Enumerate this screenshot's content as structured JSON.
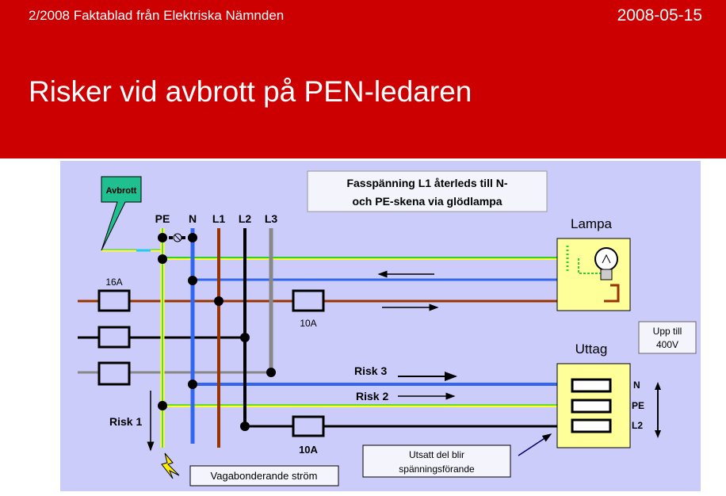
{
  "header": {
    "subtitle": "2/2008 Faktablad från Elektriska Nämnden",
    "date": "2008-05-15",
    "title": "Risker vid avbrott på PEN-ledaren"
  },
  "diagram": {
    "callout": "Avbrott",
    "info_line1": "Fasspänning L1 återleds till N-",
    "info_line2": "och PE-skena via glödlampa",
    "conductors": [
      "PE",
      "N",
      "L1",
      "L2",
      "L3"
    ],
    "fuse_main": "16A",
    "fuse_lamp": "10A",
    "fuse_outlet": "10A",
    "lamp_label": "Lampa",
    "outlet_label": "Uttag",
    "voltage_line1": "Upp till",
    "voltage_line2": "400V",
    "risk3": "Risk 3",
    "risk2": "Risk 2",
    "risk1": "Risk 1",
    "slot_labels": [
      "N",
      "PE",
      "L2"
    ],
    "exposed_line1": "Utsatt del blir",
    "exposed_line2": "spänningsförande",
    "stray": "Vagabonderande ström"
  },
  "colors": {
    "header": "#cc0000",
    "panel": "#ccccfa",
    "pe_green": "#33cc33",
    "pe_yellow": "#ffff33",
    "n": "#3366ee",
    "l1": "#993300",
    "l2": "#000000",
    "l3": "#888888",
    "box": "#ffff99",
    "callout": "#1fbf8f"
  }
}
